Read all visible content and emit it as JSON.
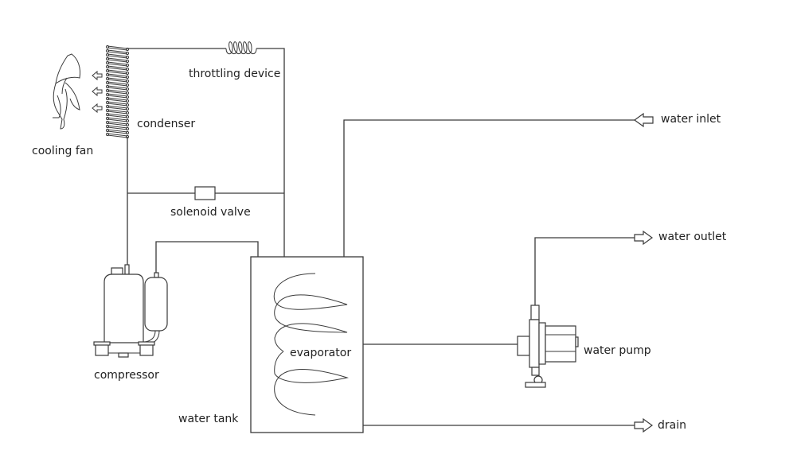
{
  "diagram": {
    "title": "Heat pump water heater system schematic",
    "colors": {
      "line": "#3a3a3a",
      "text": "#222222",
      "background": "#ffffff"
    },
    "components": [
      {
        "id": "cooling-fan",
        "label": "cooling fan",
        "icon": "fan-icon"
      },
      {
        "id": "condenser",
        "label": "condenser",
        "icon": "coil-icon"
      },
      {
        "id": "throttling-device",
        "label": "throttling device",
        "icon": "spring-coil-icon"
      },
      {
        "id": "solenoid-valve",
        "label": "solenoid valve",
        "icon": "valve-icon"
      },
      {
        "id": "compressor",
        "label": "compressor",
        "icon": "compressor-icon"
      },
      {
        "id": "evaporator",
        "label": "evaporator",
        "icon": "spiral-coil-icon"
      },
      {
        "id": "water-tank",
        "label": "water tank",
        "icon": "tank-icon"
      },
      {
        "id": "water-pump",
        "label": "water pump",
        "icon": "pump-icon"
      }
    ],
    "ports": [
      {
        "id": "water-inlet",
        "label": "water inlet",
        "direction": "in",
        "icon": "arrow-left-icon"
      },
      {
        "id": "water-outlet",
        "label": "water outlet",
        "direction": "out",
        "icon": "arrow-right-icon"
      },
      {
        "id": "drain",
        "label": "drain",
        "direction": "out",
        "icon": "arrow-right-icon"
      }
    ]
  }
}
